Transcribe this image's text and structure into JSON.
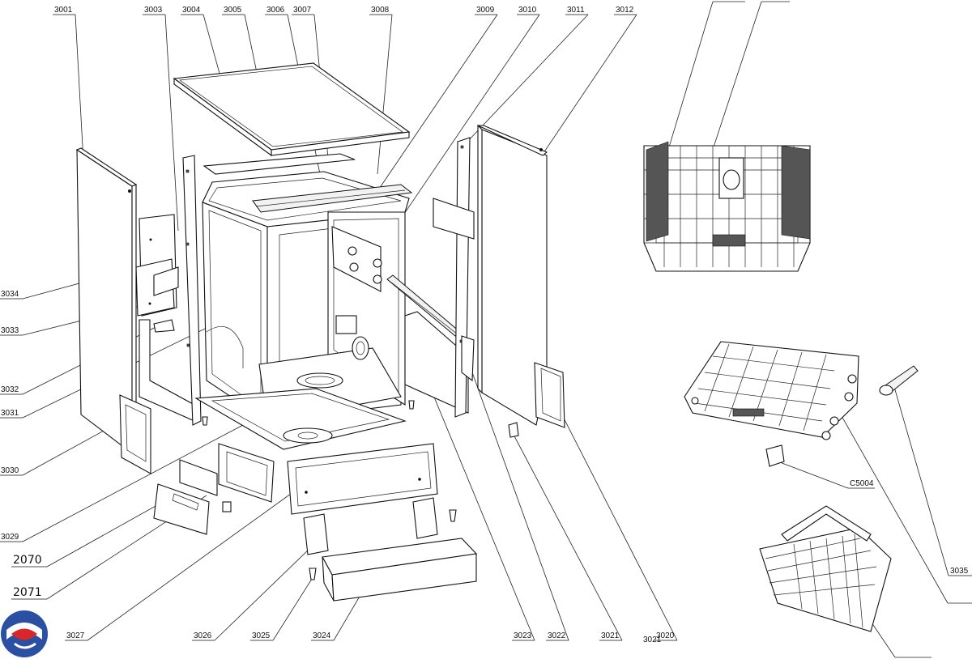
{
  "labels": {
    "p3001": "3001",
    "p3003": "3003",
    "p3004": "3004",
    "p3005": "3005",
    "p3006": "3006",
    "p3007": "3007",
    "p3008": "3008",
    "p3009": "3009",
    "p3010": "3010",
    "p3011": "3011",
    "p3012": "3012",
    "p3034": "3034",
    "p3033": "3033",
    "p3032": "3032",
    "p3031": "3031",
    "p3030": "3030",
    "p3029": "3029",
    "p2070": "2070",
    "p2071": "2071",
    "p3027": "3027",
    "p3026": "3026",
    "p3025": "3025",
    "p3024": "3024",
    "p3023": "3023",
    "p3022": "3022",
    "p3021": "3021",
    "p3020": "3020",
    "p3021b": "3021",
    "pC5004": "C5004",
    "p3035": "3035"
  },
  "colors": {
    "line": "#111111",
    "background": "#ffffff",
    "logo_blue": "#2a4fa3",
    "logo_red": "#d8262b"
  }
}
